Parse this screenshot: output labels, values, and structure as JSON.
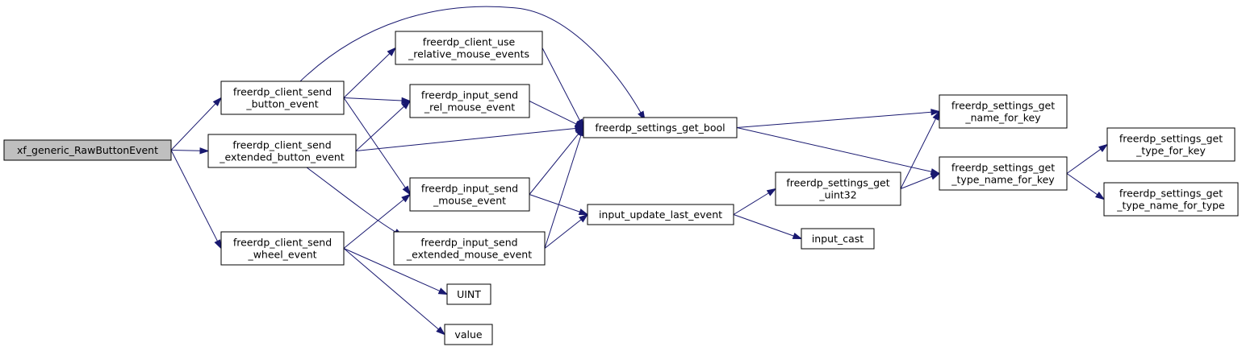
{
  "graph": {
    "edge_color": "#191970",
    "root_fill": "#bfbfbf",
    "nodes": [
      {
        "id": "root",
        "lines": [
          "xf_generic_RawButtonEvent"
        ],
        "root": true
      },
      {
        "id": "sbe",
        "lines": [
          "freerdp_client_send",
          "_button_event"
        ]
      },
      {
        "id": "sebe",
        "lines": [
          "freerdp_client_send",
          "_extended_button_event"
        ]
      },
      {
        "id": "swe",
        "lines": [
          "freerdp_client_send",
          "_wheel_event"
        ]
      },
      {
        "id": "urme",
        "lines": [
          "freerdp_client_use",
          "_relative_mouse_events"
        ]
      },
      {
        "id": "isrme",
        "lines": [
          "freerdp_input_send",
          "_rel_mouse_event"
        ]
      },
      {
        "id": "isme",
        "lines": [
          "freerdp_input_send",
          "_mouse_event"
        ]
      },
      {
        "id": "isemе",
        "lines": [
          "freerdp_input_send",
          "_extended_mouse_event"
        ]
      },
      {
        "id": "uint",
        "lines": [
          "UINT"
        ]
      },
      {
        "id": "value",
        "lines": [
          "value"
        ]
      },
      {
        "id": "bool",
        "lines": [
          "freerdp_settings_get_bool"
        ]
      },
      {
        "id": "iule",
        "lines": [
          "input_update_last_event"
        ]
      },
      {
        "id": "u32",
        "lines": [
          "freerdp_settings_get",
          "_uint32"
        ]
      },
      {
        "id": "cast",
        "lines": [
          "input_cast"
        ]
      },
      {
        "id": "nfk",
        "lines": [
          "freerdp_settings_get",
          "_name_for_key"
        ]
      },
      {
        "id": "tnfk",
        "lines": [
          "freerdp_settings_get",
          "_type_name_for_key"
        ]
      },
      {
        "id": "tfk",
        "lines": [
          "freerdp_settings_get",
          "_type_for_key"
        ]
      },
      {
        "id": "tnft",
        "lines": [
          "freerdp_settings_get",
          "_type_name_for_type"
        ]
      }
    ],
    "edges": [
      {
        "from": "root",
        "to": "sbe"
      },
      {
        "from": "root",
        "to": "sebe"
      },
      {
        "from": "root",
        "to": "swe"
      },
      {
        "from": "sbe",
        "to": "bool"
      },
      {
        "from": "sbe",
        "to": "urme"
      },
      {
        "from": "sbe",
        "to": "isrme"
      },
      {
        "from": "sbe",
        "to": "isme"
      },
      {
        "from": "sebe",
        "to": "isrme"
      },
      {
        "from": "sebe",
        "to": "bool"
      },
      {
        "from": "sebe",
        "to": "isemе"
      },
      {
        "from": "swe",
        "to": "isme"
      },
      {
        "from": "swe",
        "to": "uint"
      },
      {
        "from": "swe",
        "to": "value"
      },
      {
        "from": "urme",
        "to": "bool"
      },
      {
        "from": "isrme",
        "to": "bool"
      },
      {
        "from": "isme",
        "to": "bool"
      },
      {
        "from": "isme",
        "to": "iule"
      },
      {
        "from": "isemе",
        "to": "bool"
      },
      {
        "from": "isemе",
        "to": "iule"
      },
      {
        "from": "bool",
        "to": "nfk"
      },
      {
        "from": "bool",
        "to": "tnfk"
      },
      {
        "from": "iule",
        "to": "u32"
      },
      {
        "from": "iule",
        "to": "cast"
      },
      {
        "from": "u32",
        "to": "nfk"
      },
      {
        "from": "u32",
        "to": "tnfk"
      },
      {
        "from": "tnfk",
        "to": "tfk"
      },
      {
        "from": "tnfk",
        "to": "tnft"
      }
    ]
  }
}
